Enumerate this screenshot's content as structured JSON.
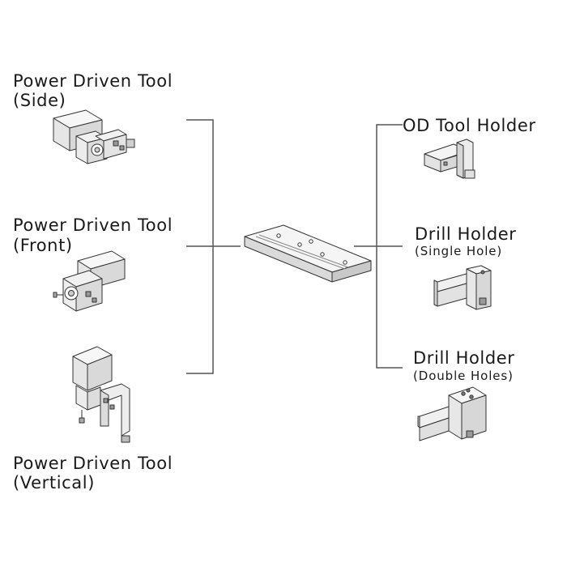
{
  "diagram": {
    "center": {
      "icon": "tool-base-plate-icon"
    },
    "left_items": [
      {
        "title": "Power Driven Tool",
        "subtitle": "(Side)",
        "icon": "power-driven-tool-side-icon"
      },
      {
        "title": "Power Driven Tool",
        "subtitle": "(Front)",
        "icon": "power-driven-tool-front-icon"
      },
      {
        "title": "Power Driven Tool",
        "subtitle": "(Vertical)",
        "icon": "power-driven-tool-vertical-icon"
      }
    ],
    "right_items": [
      {
        "title": "OD Tool Holder",
        "icon": "od-tool-holder-icon"
      },
      {
        "title": "Drill Holder",
        "subtitle": "(Single Hole)",
        "icon": "drill-holder-single-icon"
      },
      {
        "title": "Drill Holder",
        "subtitle": "(Double Holes)",
        "icon": "drill-holder-double-icon"
      }
    ],
    "colors": {
      "line": "#555555",
      "fill": "#f1f1f1",
      "shade": "#d9d9d9",
      "stroke": "#333333"
    }
  }
}
